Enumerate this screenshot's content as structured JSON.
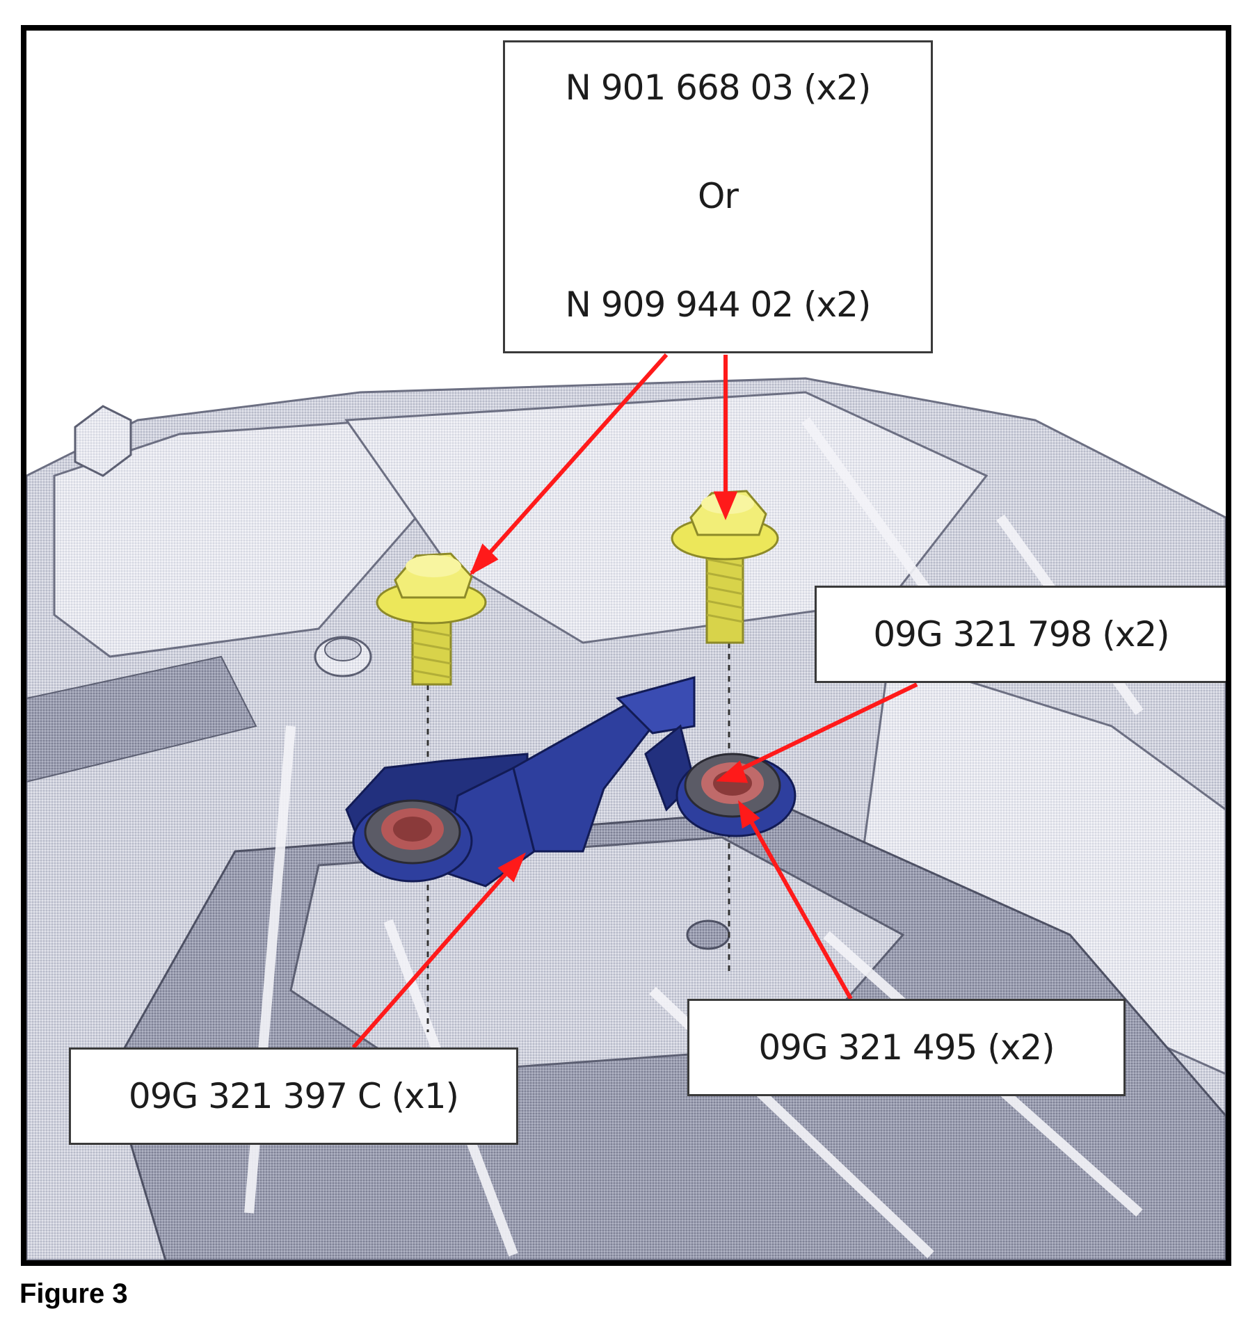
{
  "figure": {
    "caption": "Figure 3"
  },
  "callouts": {
    "bolt_part_primary": "N 901 668 03 (x2)",
    "bolt_part_or": "Or",
    "bolt_part_alternate": "N 909 944 02 (x2)",
    "washer_part": "09G 321 798 (x2)",
    "bushing_part": "09G 321 495 (x2)",
    "bracket_part": "09G 321 397 C (x1)"
  },
  "colors": {
    "bolt": "#ece75a",
    "bracket": "#2e3f9e",
    "washer_center": "#8a3a3a",
    "arrow": "#ff1a1a",
    "housing": "#c9ccd8"
  }
}
